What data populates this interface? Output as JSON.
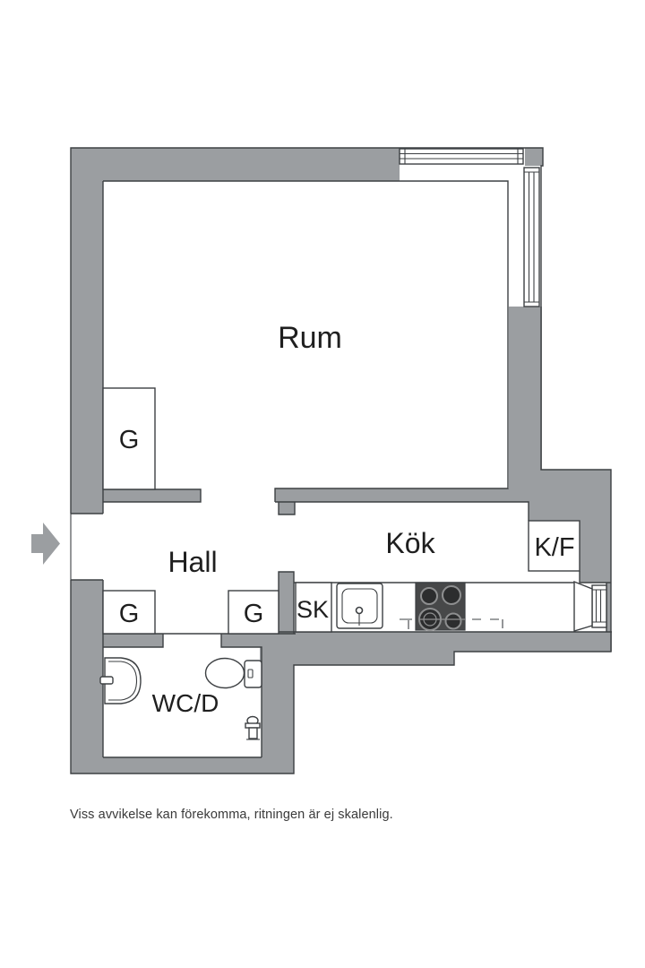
{
  "floorplan": {
    "rooms": {
      "main_room": "Rum",
      "hall": "Hall",
      "kitchen": "Kök",
      "bathroom": "WC/D"
    },
    "closets": {
      "wardrobe_room": "G",
      "wardrobe_hall_left": "G",
      "wardrobe_hall_right": "G",
      "cleaning_cabinet": "SK",
      "fridge_freezer": "K/F"
    },
    "disclaimer": "Viss avvikelse kan förekomma, ritningen är ej skalenlig.",
    "colors": {
      "wall": "#9b9ea1",
      "outline": "#3d4043",
      "stove_body": "#474849",
      "burner": "#2c2d2e",
      "burner_ring": "#8e8f90",
      "label_text": "#1f1f1f",
      "disclaimer_text": "#3a3a3a",
      "background": "#ffffff"
    }
  }
}
